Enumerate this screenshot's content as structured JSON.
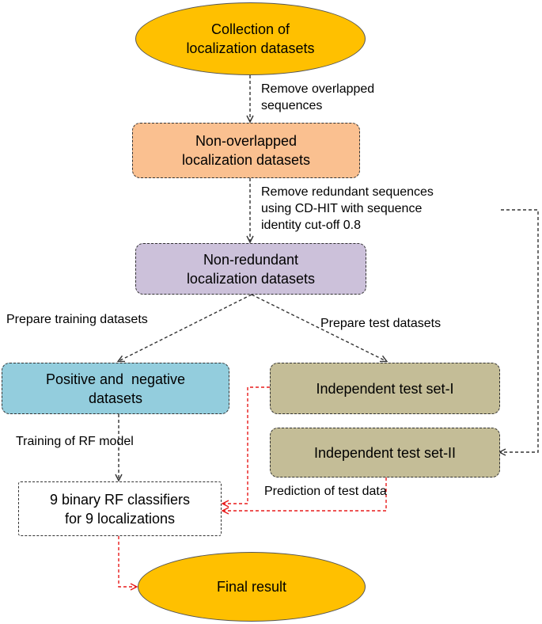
{
  "nodes": {
    "collection": {
      "line1": "Collection of",
      "line2": "localization datasets",
      "color": "#FFC000"
    },
    "non_overlapped": {
      "line1": "Non-overlapped",
      "line2": "localization datasets",
      "color": "#FAC090"
    },
    "non_redundant": {
      "line1": "Non-redundant",
      "line2": "localization datasets",
      "color": "#CCC1DA"
    },
    "pos_neg": {
      "line1": "Positive and  negative",
      "line2": "datasets",
      "color": "#93CDDD"
    },
    "test_set_1": {
      "line1": "Independent test set-I",
      "color": "#C4BD97"
    },
    "test_set_2": {
      "line1": "Independent test set-II",
      "color": "#C4BD97"
    },
    "classifiers": {
      "line1": "9 binary RF classifiers",
      "line2": "for 9 localizations",
      "color": "#FFFFFF"
    },
    "final": {
      "line1": "Final result",
      "color": "#FFC000"
    }
  },
  "edge_labels": {
    "remove_overlapped": {
      "line1": "Remove overlapped",
      "line2": "sequences"
    },
    "remove_redundant": {
      "line1": "Remove redundant sequences",
      "line2": "using CD-HIT with sequence",
      "line3": "identity cut-off 0.8"
    },
    "prepare_training": "Prepare training datasets",
    "prepare_test": "Prepare test datasets",
    "training": "Training of RF model",
    "prediction": "Prediction of test data"
  },
  "colors": {
    "dashed_edge": "#333333",
    "red_edge": "#E81B1B"
  }
}
